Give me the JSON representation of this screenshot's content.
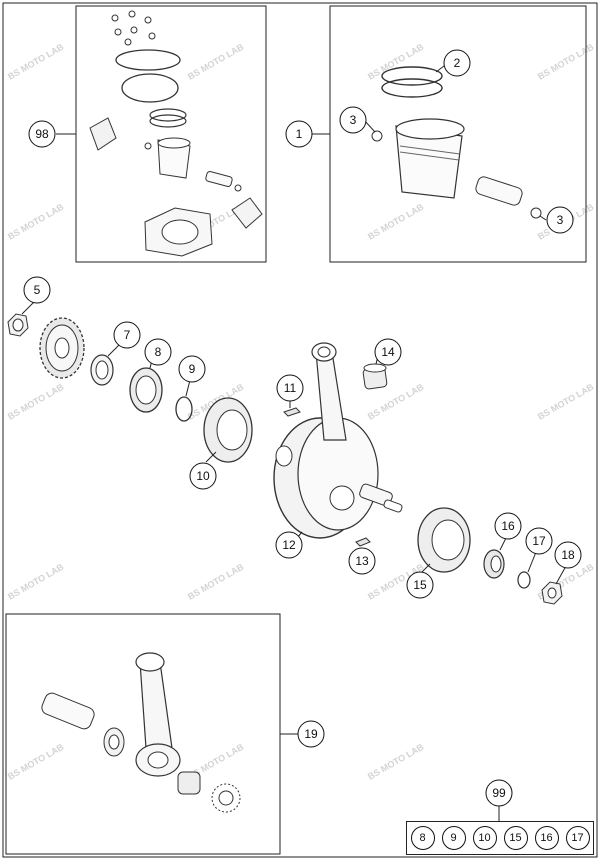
{
  "watermark": {
    "text": "BS MOTO LAB"
  },
  "callouts": {
    "c98": "98",
    "c1": "1",
    "c2": "2",
    "c3a": "3",
    "c3b": "3",
    "c5": "5",
    "c7": "7",
    "c8": "8",
    "c9": "9",
    "c10": "10",
    "c11": "11",
    "c12": "12",
    "c13": "13",
    "c14": "14",
    "c15": "15",
    "c16": "16",
    "c17": "17",
    "c18": "18",
    "c19": "19",
    "c99": "99"
  },
  "kit99": {
    "items": [
      "8",
      "9",
      "10",
      "15",
      "16",
      "17"
    ]
  }
}
